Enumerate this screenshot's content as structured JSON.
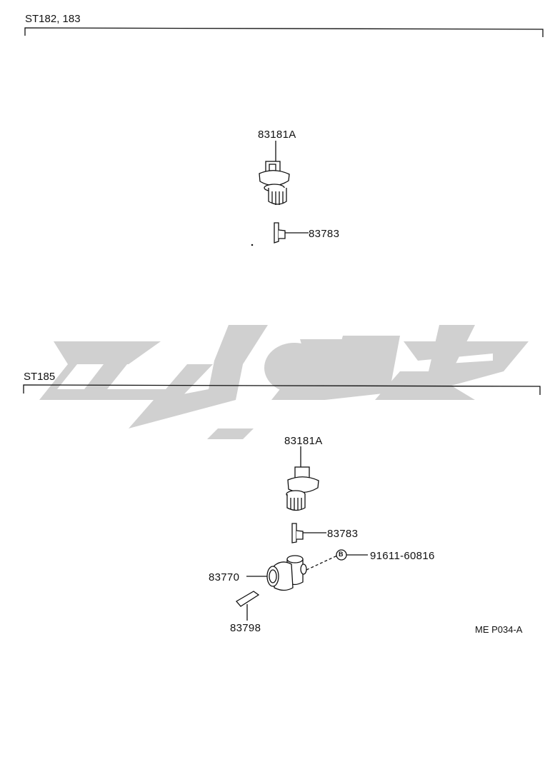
{
  "sections": [
    {
      "title": "ST182, 183",
      "parts": [
        {
          "number": "83181A"
        },
        {
          "number": "83783"
        }
      ]
    },
    {
      "title": "ST185",
      "parts": [
        {
          "number": "83181A"
        },
        {
          "number": "83783"
        },
        {
          "number": "91611-60816",
          "marker": "B"
        },
        {
          "number": "83770"
        },
        {
          "number": "83798"
        }
      ]
    }
  ],
  "figure_code": "ME P034-A",
  "watermark": {
    "text": "تویوتا"
  }
}
